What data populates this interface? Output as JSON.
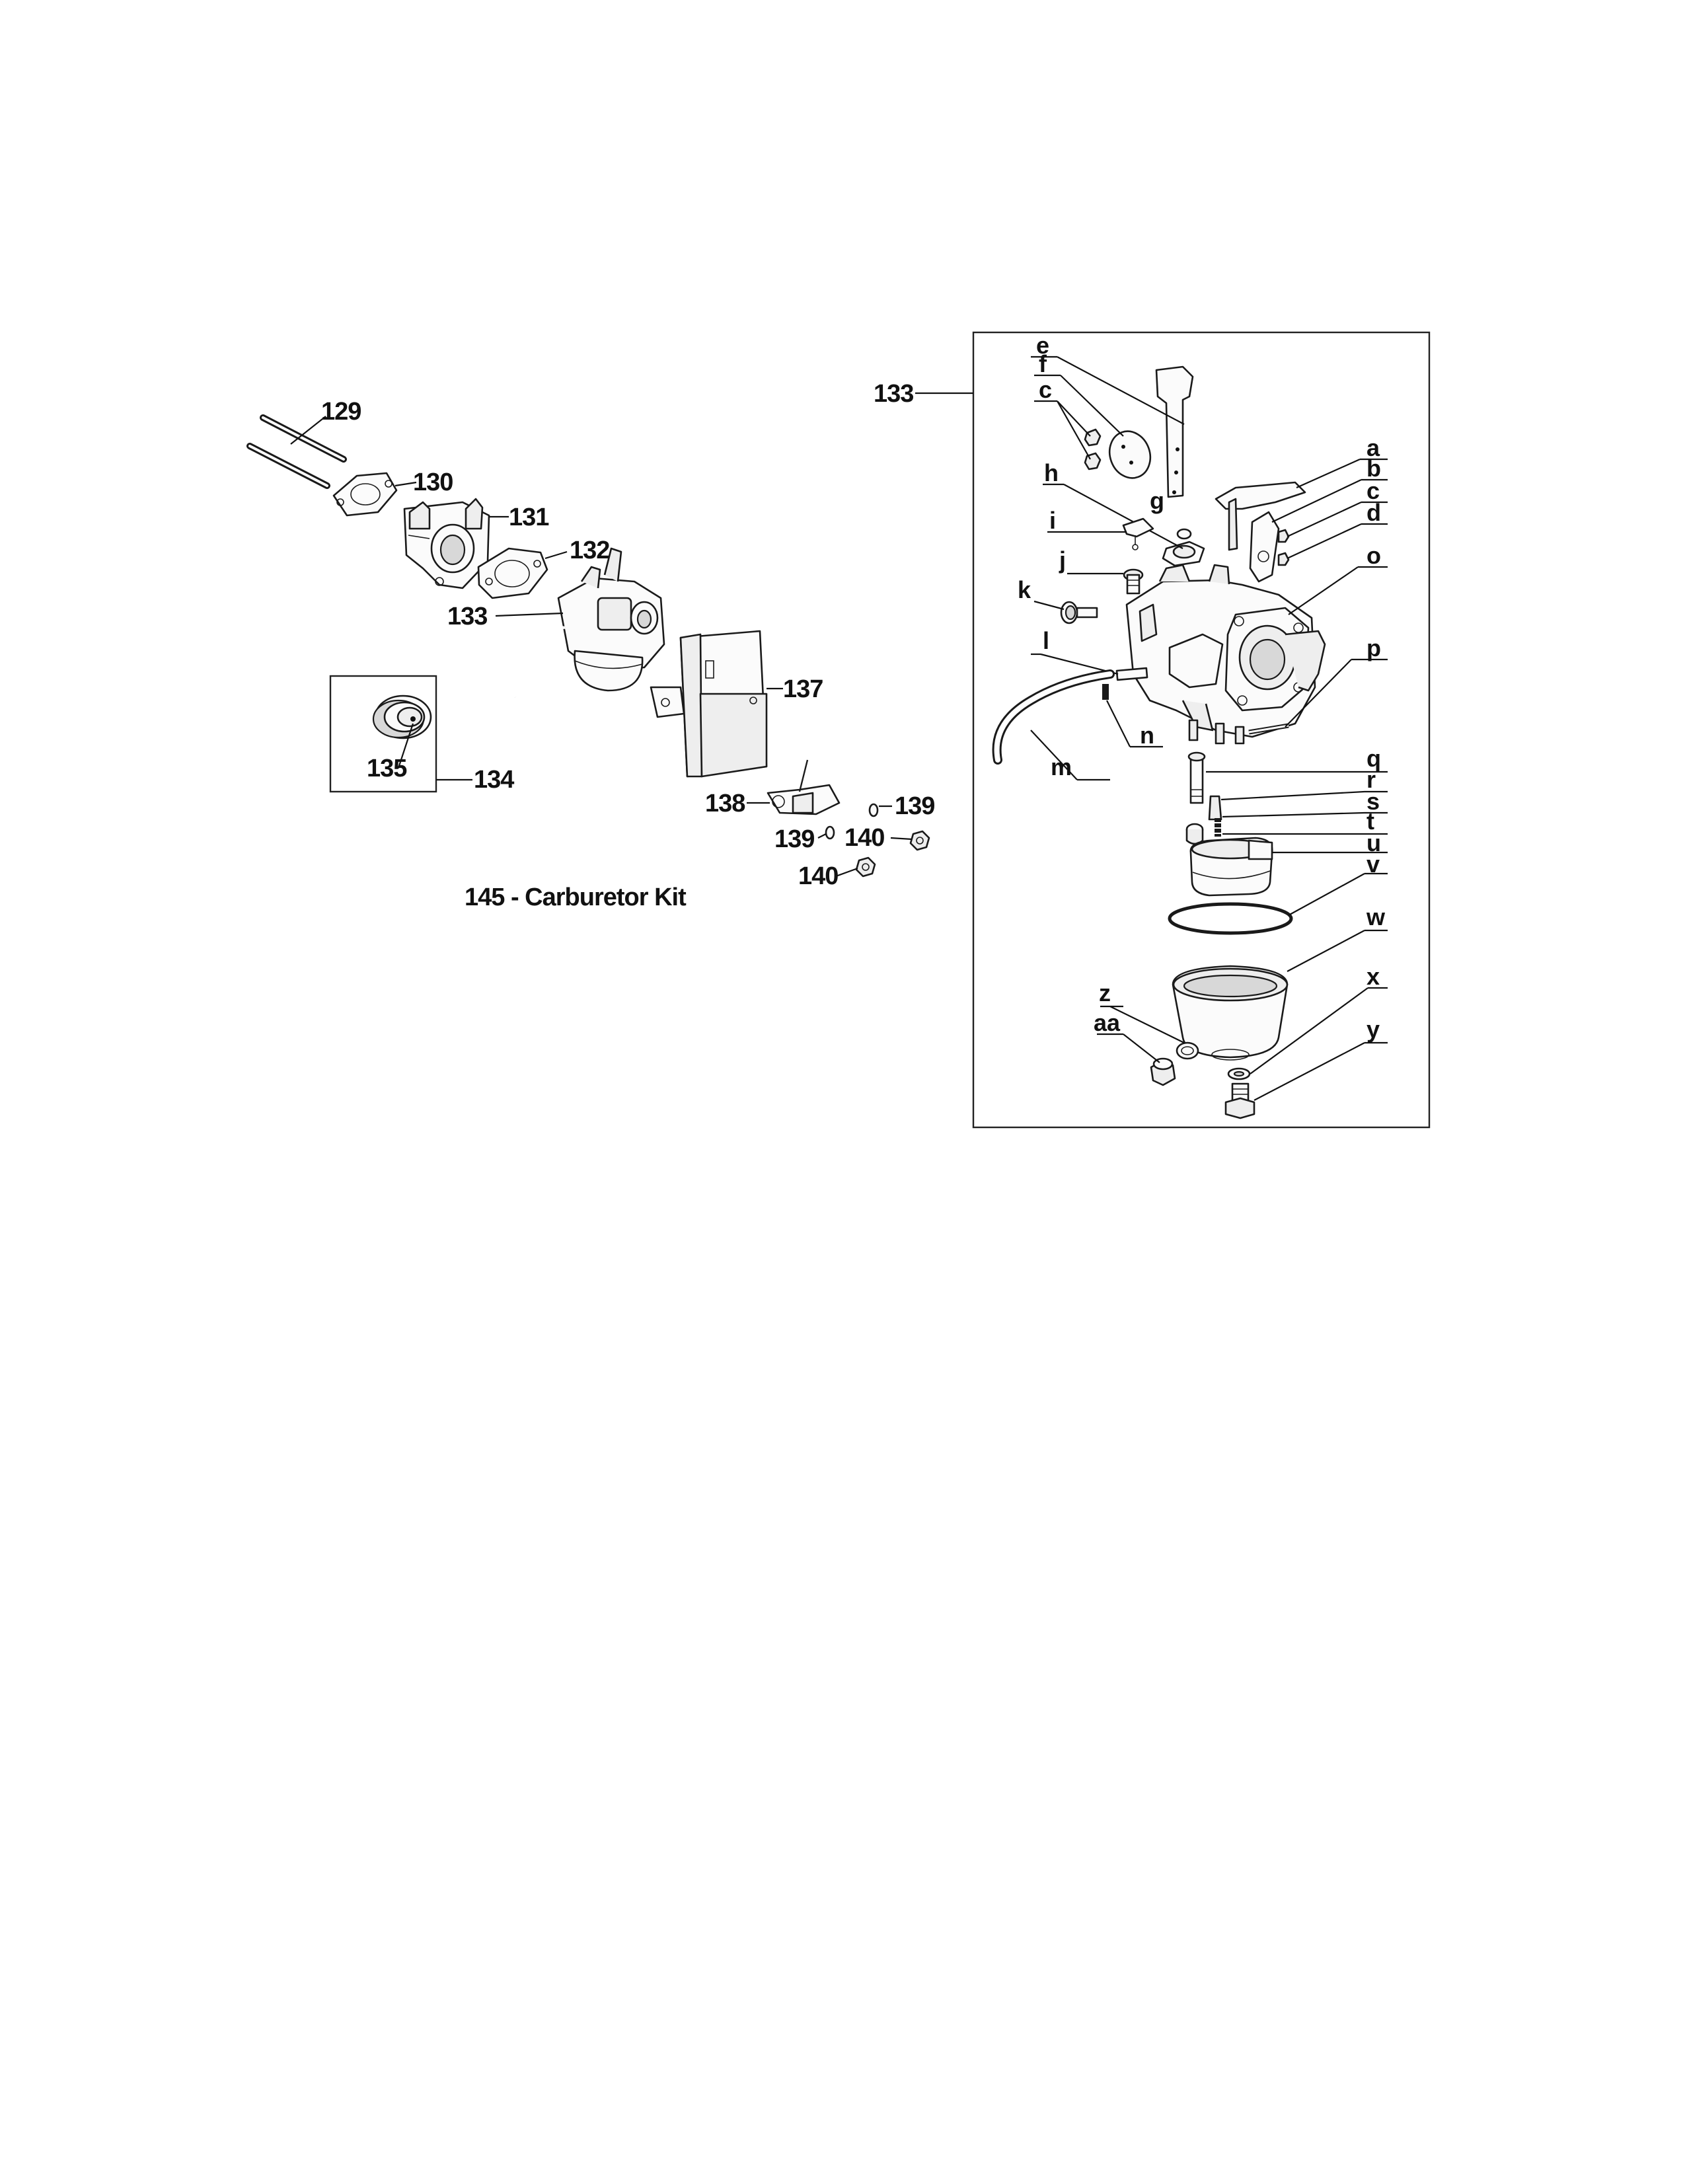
{
  "diagram": {
    "kit_caption": "145 - Carburetor Kit",
    "callouts": {
      "c129": "129",
      "c130": "130",
      "c131": "131",
      "c132": "132",
      "c133_left": "133",
      "c134": "134",
      "c135": "135",
      "c137": "137",
      "c138": "138",
      "c139_a": "139",
      "c139_b": "139",
      "c140_a": "140",
      "c140_b": "140",
      "c133_box": "133"
    },
    "letters": {
      "e": "e",
      "f": "f",
      "c_top": "c",
      "h": "h",
      "g": "g",
      "i": "i",
      "j": "j",
      "k": "k",
      "l": "l",
      "n": "n",
      "m": "m",
      "a": "a",
      "b": "b",
      "c_right": "c",
      "d": "d",
      "o": "o",
      "p": "p",
      "q": "q",
      "r": "r",
      "s": "s",
      "t": "t",
      "u": "u",
      "v": "v",
      "w": "w",
      "x": "x",
      "y": "y",
      "z": "z",
      "aa": "aa"
    }
  }
}
